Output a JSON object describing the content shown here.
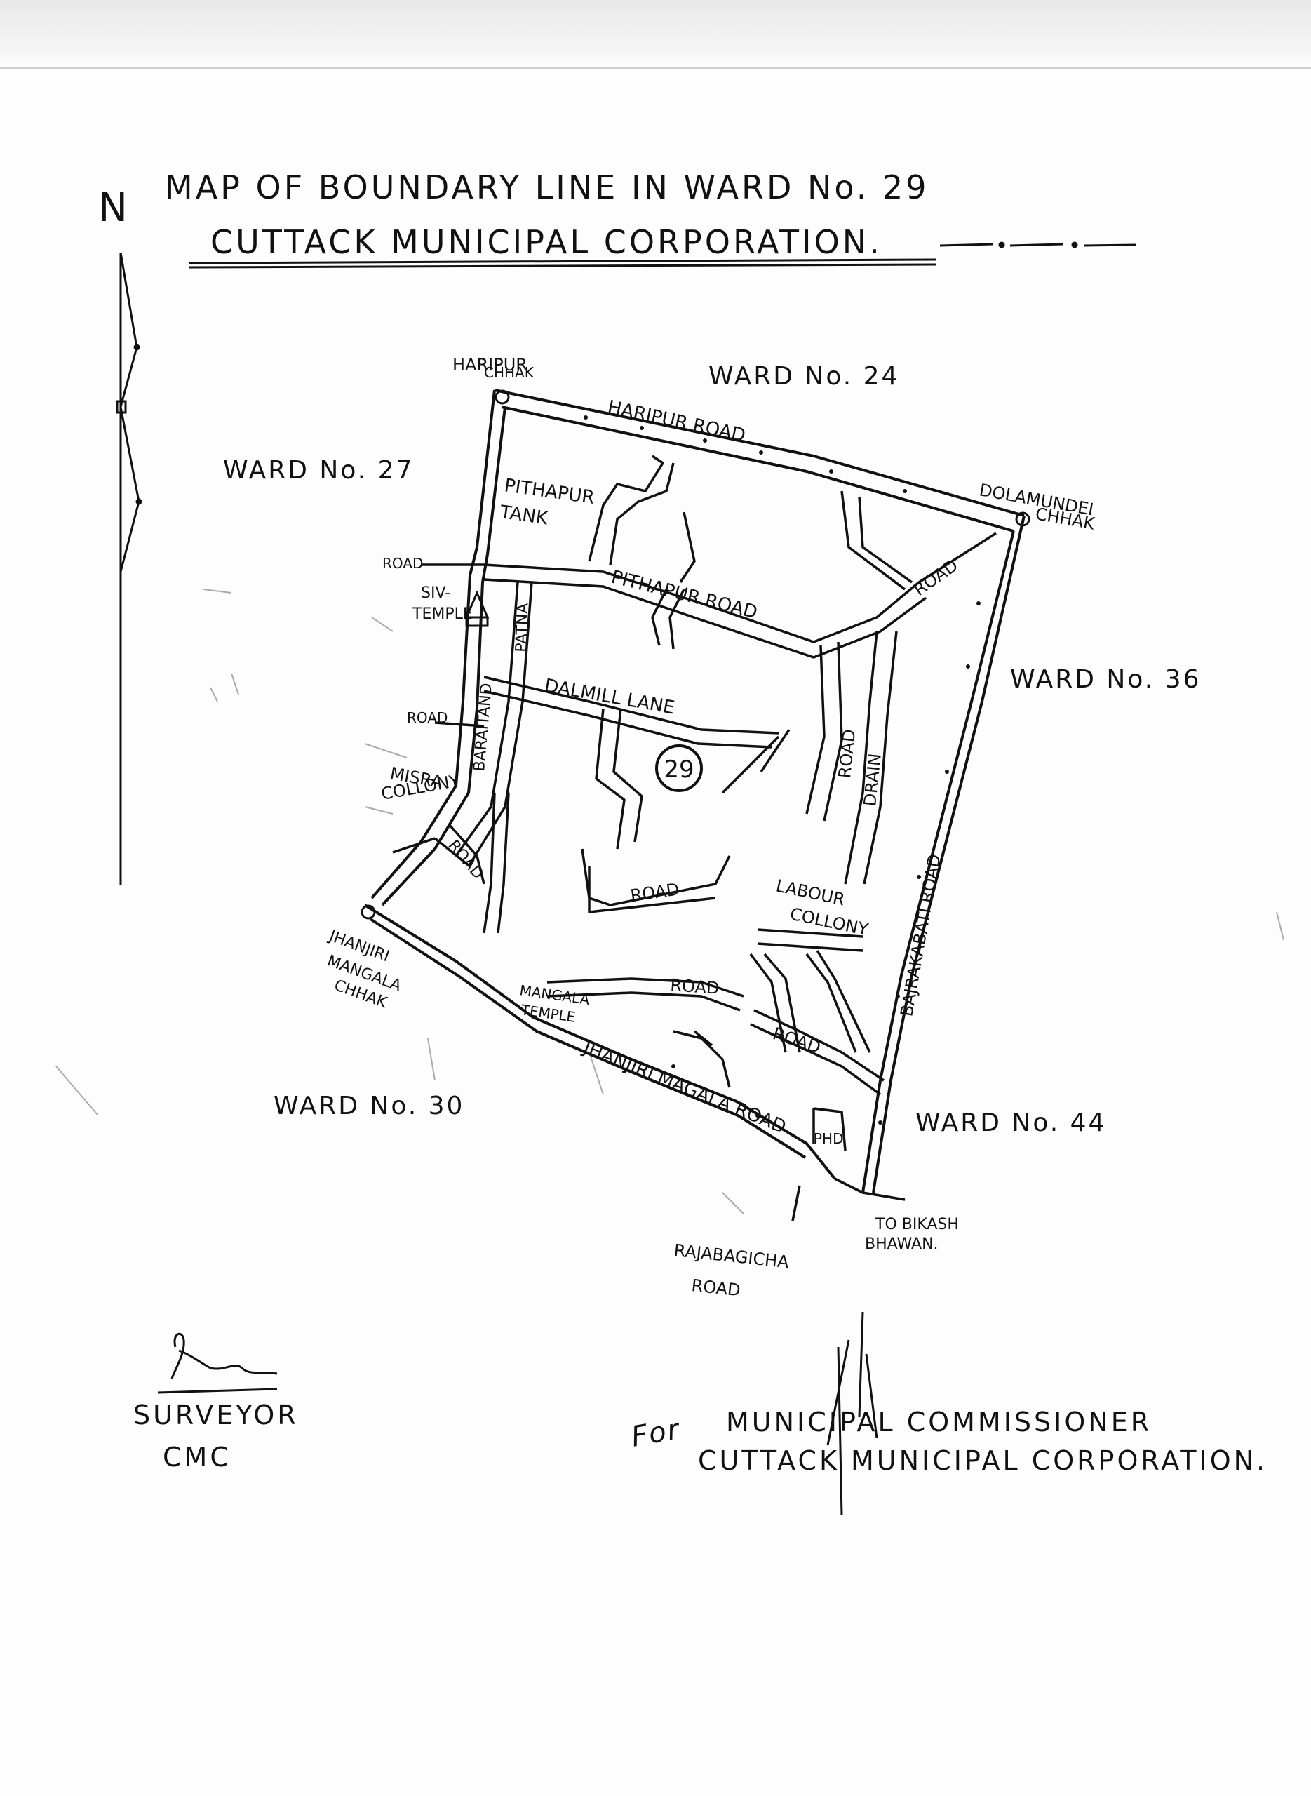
{
  "header": {
    "title_line1": "MAP OF BOUNDARY LINE IN WARD No. 29",
    "title_line2": "CUTTACK MUNICIPAL CORPORATION."
  },
  "compass": {
    "label": "N"
  },
  "map": {
    "ward_number": "29",
    "neighbouring_wards": {
      "north": "WARD No. 24",
      "west": "WARD No. 27",
      "east": "WARD No. 36",
      "southwest": "WARD No. 30",
      "southeast": "WARD No. 44"
    },
    "places": {
      "haripur_chhak_1": "HARIPUR",
      "haripur_chhak_2": "CHHAK",
      "dolamundei_chhak_1": "DOLAMUNDEI",
      "dolamundei_chhak_2": "CHHAK",
      "pithapur_tank_1": "PITHAPUR",
      "pithapur_tank_2": "TANK",
      "siv_temple_1": "SIV-",
      "siv_temple_2": "TEMPLE",
      "misra_colony_1": "MISRA",
      "misra_colony_2": "COLLONY",
      "labour_colony_1": "LABOUR",
      "labour_colony_2": "COLLONY",
      "jhanjiri_chhak_1": "JHANJIRI",
      "jhanjiri_chhak_2": "MANGALA",
      "jhanjiri_chhak_3": "CHHAK",
      "mangala_temple_1": "MANGALA",
      "mangala_temple_2": "TEMPLE",
      "phd": "PHD",
      "bikash_1": "TO BIKASH",
      "bikash_2": "BHAWAN.",
      "rajabagicha_1": "RAJABAGICHA",
      "rajabagicha_2": "ROAD"
    },
    "roads": {
      "haripur_road": "HARIPUR ROAD",
      "pithapur_road": "PITHAPUR ROAD",
      "dalmill_lane": "DALMILL LANE",
      "patna_road": "PATNA",
      "baraitand": "BARAITAND",
      "bajrakabati_road": "BAJRAKABATI ROAD",
      "drain_road": "DRAIN",
      "road_generic": "ROAD",
      "jhanjiri_mangala_road": "JHANJIRI MAGALA ROAD",
      "diagonal_road": "ROAD"
    }
  },
  "signatures": {
    "surveyor_line1": "SURVEYOR",
    "surveyor_line2": "CMC",
    "commissioner_prefix": "For",
    "commissioner_line1": "MUNICIPAL COMMISSIONER",
    "commissioner_line2": "CUTTACK MUNICIPAL CORPORATION."
  }
}
